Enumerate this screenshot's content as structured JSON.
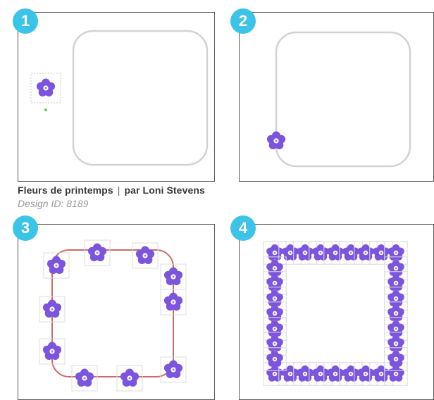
{
  "colors": {
    "badge": "#3bc3e8",
    "flower": "#7b55dd",
    "path_red": "#c86b6b",
    "rounded_square": "#d2d2d2"
  },
  "steps": [
    {
      "number": "1"
    },
    {
      "number": "2"
    },
    {
      "number": "3"
    },
    {
      "number": "4"
    }
  ],
  "caption": {
    "title": "Fleurs de printemps",
    "separator": "|",
    "author": "par Loni Stevens",
    "design_id": "Design ID: 8189"
  },
  "icons": {
    "badge": "numbered-circle",
    "flower": "five-petal-flower-icon"
  }
}
